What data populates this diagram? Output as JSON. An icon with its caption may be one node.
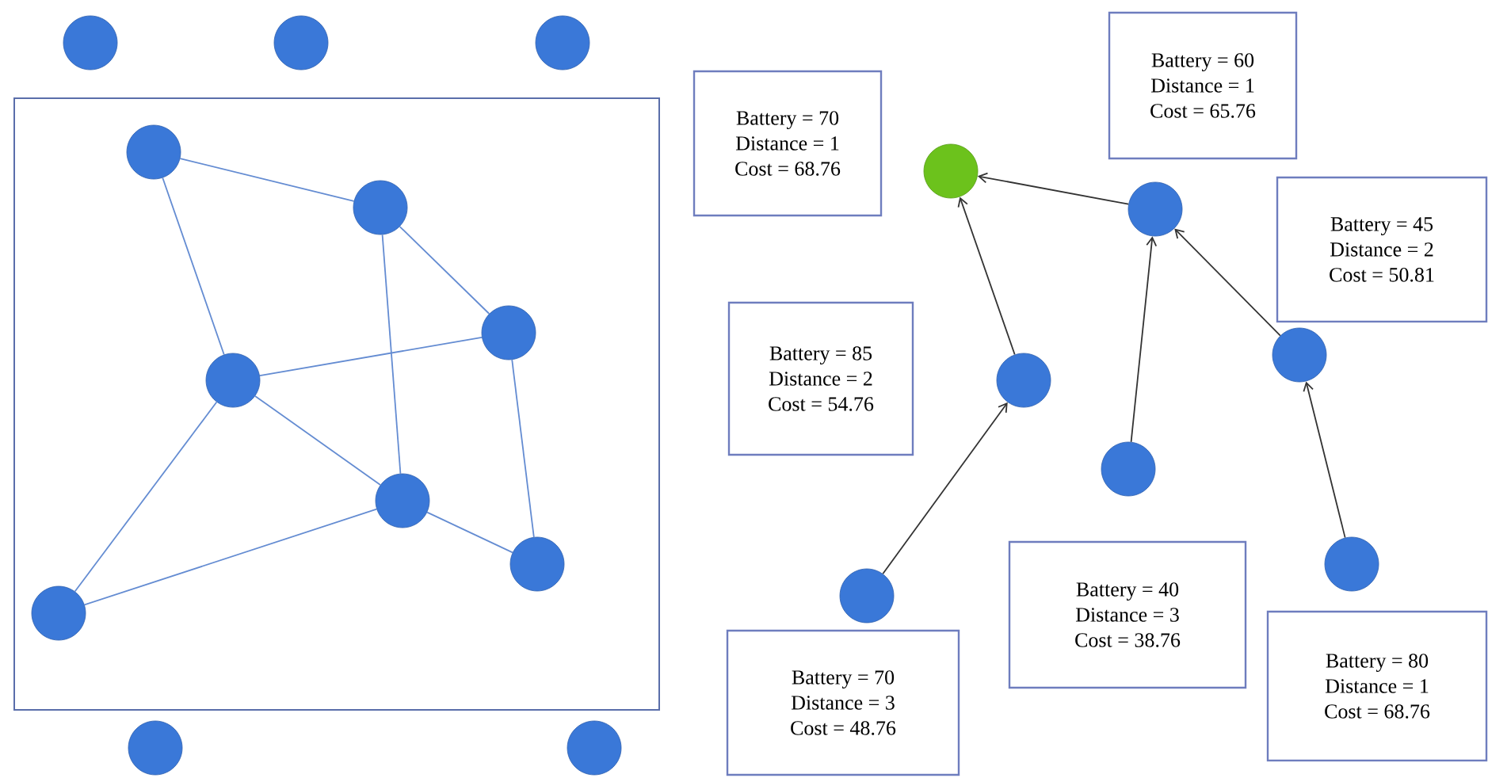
{
  "diagram": {
    "nodes": [
      {
        "text": [],
        "shape": "circle"
      },
      {
        "text": [],
        "shape": "circle"
      },
      {
        "text": [],
        "shape": "circle"
      },
      {
        "text": [],
        "shape": "box"
      },
      {
        "text": [],
        "shape": "circle",
        "in": 3
      },
      {
        "text": [],
        "shape": "circle",
        "in": 3
      },
      {
        "text": [],
        "shape": "circle",
        "in": 3
      },
      {
        "text": [],
        "shape": "circle",
        "in": 3
      },
      {
        "text": [],
        "shape": "circle",
        "in": 3
      },
      {
        "text": [],
        "shape": "circle",
        "in": 3
      },
      {
        "text": [],
        "shape": "circle",
        "in": 3
      },
      {
        "text": [],
        "shape": "circle"
      },
      {
        "text": [],
        "shape": "circle"
      },
      {
        "text": [
          "Battery = 60",
          "Distance = 1",
          "Cost = 65.76"
        ]
      },
      {
        "text": [
          "Battery = 70",
          "Distance = 1",
          "Cost = 68.76"
        ]
      },
      {
        "text": [],
        "shape": "circle"
      },
      {
        "text": [],
        "shape": "circle"
      },
      {
        "text": [
          "Battery = 45",
          "Distance = 2",
          "Cost = 50.81"
        ]
      },
      {
        "text": [
          "Battery = 85",
          "Distance = 2",
          "Cost = 54.76"
        ]
      },
      {
        "text": [],
        "shape": "circle"
      },
      {
        "text": [],
        "shape": "circle"
      },
      {
        "text": [],
        "shape": "circle"
      },
      {
        "text": [],
        "shape": "circle"
      },
      {
        "text": [],
        "shape": "circle"
      },
      {
        "text": [
          "Battery = 40",
          "Distance = 3",
          "Cost = 38.76"
        ]
      },
      {
        "text": [
          "Battery = 80",
          "Distance = 1",
          "Cost = 68.76"
        ]
      },
      {
        "text": [
          "Battery = 70",
          "Distance = 3",
          "Cost = 48.76"
        ]
      }
    ],
    "edges": [
      {
        "from": 4,
        "to": 5,
        "arrow": "none"
      },
      {
        "from": 4,
        "to": 7,
        "arrow": "none"
      },
      {
        "from": 5,
        "to": 6,
        "arrow": "none"
      },
      {
        "from": 5,
        "to": 8,
        "arrow": "none"
      },
      {
        "from": 6,
        "to": 7,
        "arrow": "none"
      },
      {
        "from": 6,
        "to": 9,
        "arrow": "none"
      },
      {
        "from": 7,
        "to": 8,
        "arrow": "none"
      },
      {
        "from": 7,
        "to": 10,
        "arrow": "none"
      },
      {
        "from": 8,
        "to": 9,
        "arrow": "none"
      },
      {
        "from": 8,
        "to": 10,
        "arrow": "none"
      },
      {
        "from": 16,
        "to": 15,
        "arrow": "to",
        "color": "#333333"
      },
      {
        "from": 20,
        "to": 15,
        "arrow": "to",
        "color": "#333333"
      },
      {
        "from": 19,
        "to": 16,
        "arrow": "to",
        "color": "#333333"
      },
      {
        "from": 21,
        "to": 16,
        "arrow": "to",
        "color": "#333333"
      },
      {
        "from": 22,
        "to": 20,
        "arrow": "to",
        "color": "#333333"
      },
      {
        "from": 23,
        "to": 19,
        "arrow": "to",
        "color": "#333333"
      }
    ]
  }
}
